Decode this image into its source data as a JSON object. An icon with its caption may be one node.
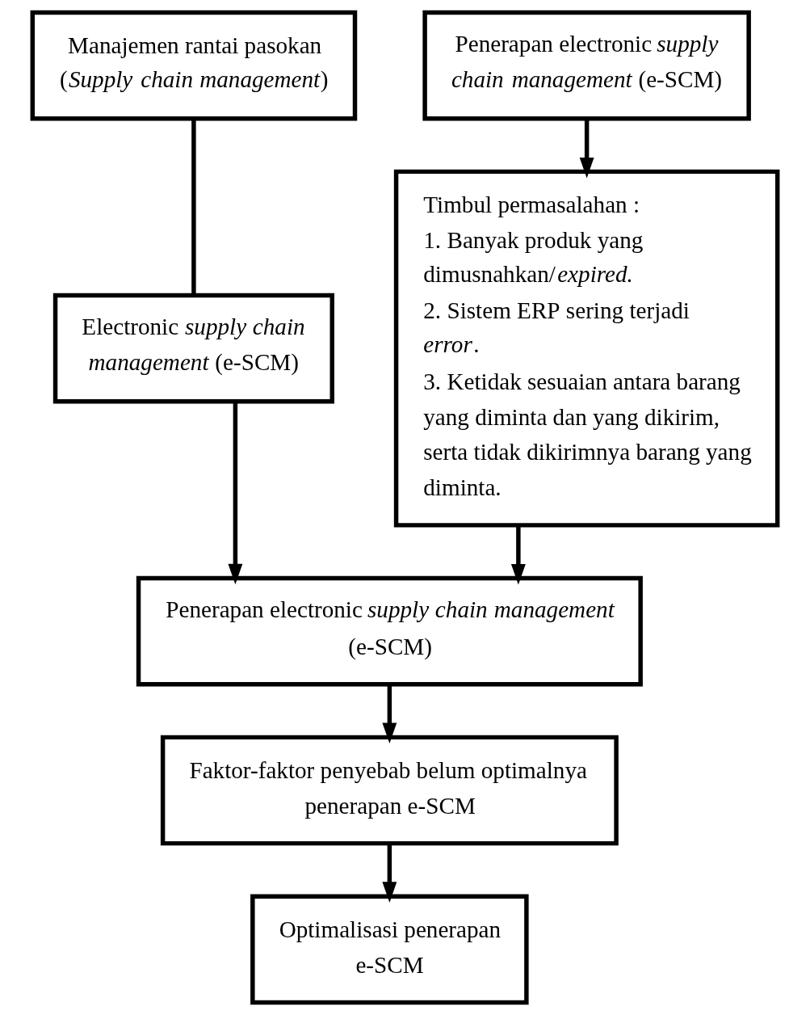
{
  "diagram": {
    "nodes": [
      {
        "text": [
          "Manajemen rantai pasokan (*Supply chain management*)"
        ]
      },
      {
        "text": [
          "Electronic *supply chain management* (e-SCM)"
        ]
      },
      {
        "text": [
          "Penerapan electronic *supply chain management* (e-SCM)"
        ]
      },
      {
        "text": [
          "Timbul permasalahan :",
          "1. Banyak produk yang dimusnahkan/*expired.*",
          "2. Sistem ERP sering terjadi *error*.",
          "3. Ketidak sesuaian antara barang yang diminta dan yang dikirim, serta tidak dikirimnya barang yang diminta."
        ]
      },
      {
        "text": [
          "Penerapan electronic *supply chain management* (e-SCM)"
        ]
      },
      {
        "text": [
          "Faktor-faktor penyebab belum optimalnya penerapan e-SCM"
        ]
      },
      {
        "text": [
          "Optimalisasi penerapan e-SCM"
        ]
      }
    ],
    "edges": [
      {
        "from": 0,
        "to": 1,
        "arrow": "none"
      },
      {
        "from": 2,
        "to": 3,
        "arrow": "to"
      },
      {
        "from": 1,
        "to": 4,
        "arrow": "to"
      },
      {
        "from": 3,
        "to": 4,
        "arrow": "to"
      },
      {
        "from": 4,
        "to": 5,
        "arrow": "to"
      },
      {
        "from": 5,
        "to": 6,
        "arrow": "to"
      }
    ]
  }
}
